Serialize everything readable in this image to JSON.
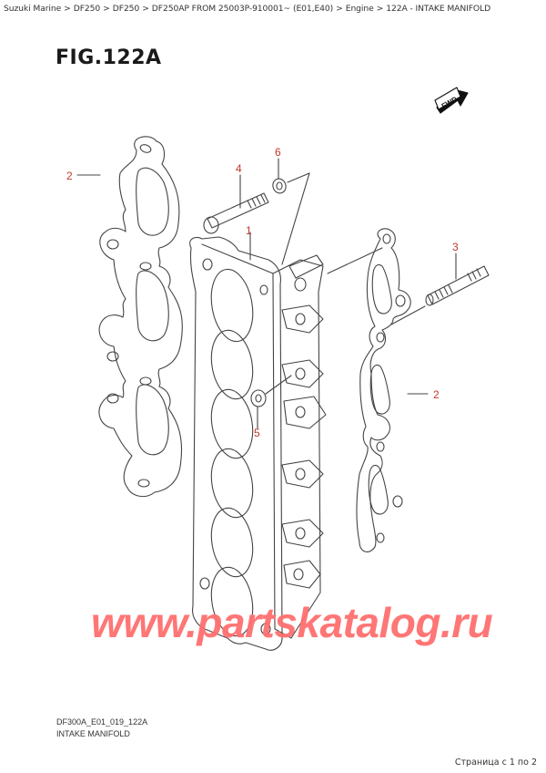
{
  "breadcrumb": {
    "items": [
      "Suzuki Marine",
      "DF250",
      "DF250",
      "DF250AP FROM 25003P-910001~  (E01,E40)",
      "Engine",
      "122A - INTAKE MANIFOLD"
    ],
    "separator": ">"
  },
  "figure": {
    "title": "FIG.122A",
    "drawing_code": "DF300A_E01_019_122A",
    "caption": "INTAKE MANIFOLD",
    "direction_badge": "FWD"
  },
  "callouts": [
    {
      "number": "1",
      "part": "intake-manifold"
    },
    {
      "number": "2",
      "part": "gasket-left"
    },
    {
      "number": "2",
      "part": "gasket-right"
    },
    {
      "number": "3",
      "part": "stud-bolt"
    },
    {
      "number": "4",
      "part": "bolt"
    },
    {
      "number": "5",
      "part": "nut"
    },
    {
      "number": "6",
      "part": "washer"
    }
  ],
  "watermark": "www.partskatalog.ru",
  "pager": "Страница с 1 по 2",
  "colors": {
    "callout": "#c0392b",
    "watermark": "#ff6f6f",
    "line": "#444444"
  }
}
